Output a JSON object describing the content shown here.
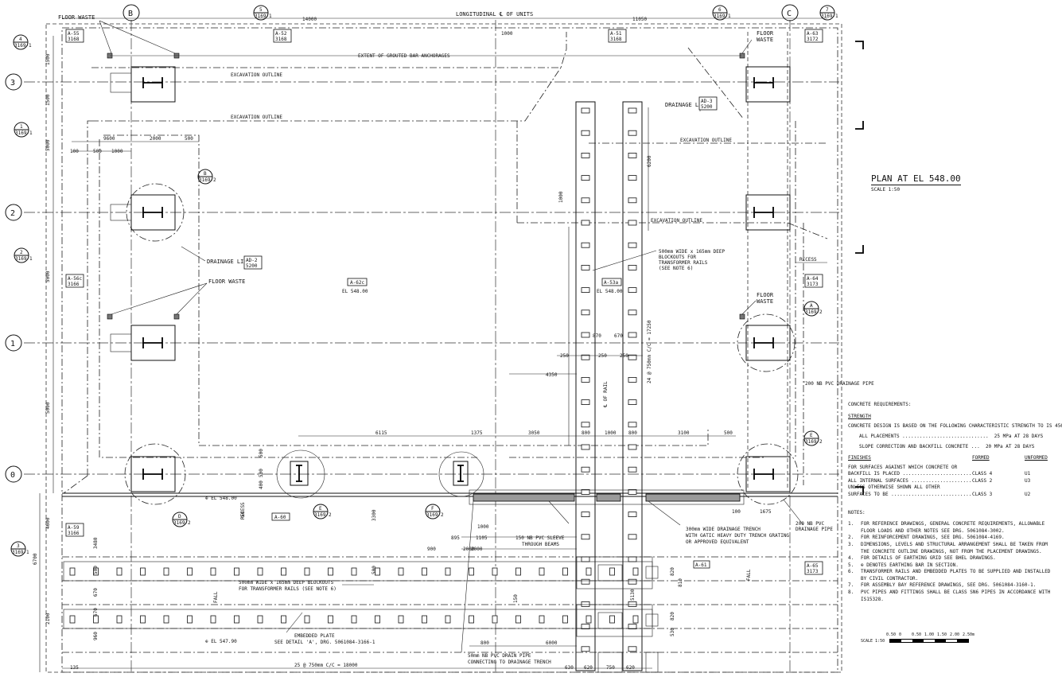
{
  "drawing": {
    "title": "PLAN AT EL 548.00",
    "scale": "SCALE 1:50",
    "top_label": "LONGITUDINAL ℄ OF UNITS",
    "top_dims": [
      "14000",
      "11050"
    ],
    "grid_cols": [
      "B",
      "C"
    ],
    "grid_rows": [
      "3",
      "2",
      "1",
      "0"
    ],
    "sec_markers": [
      {
        "num": "4",
        "ref": "3169-1"
      },
      {
        "num": "5",
        "ref": "3169-1"
      },
      {
        "num": "6",
        "ref": "3169-1"
      },
      {
        "num": "7",
        "ref": "3169-1"
      },
      {
        "num": "1",
        "ref": "3169-1"
      },
      {
        "num": "2",
        "ref": "3169-1"
      },
      {
        "num": "3",
        "ref": "3169-1"
      }
    ],
    "detail_markers": [
      {
        "letter": "B",
        "ref": "3169-2"
      },
      {
        "letter": "A",
        "ref": "3169-2"
      },
      {
        "letter": "D",
        "ref": "3169-2"
      },
      {
        "letter": "E",
        "ref": "3169-2"
      },
      {
        "letter": "F",
        "ref": "3169-2"
      },
      {
        "letter": "E",
        "ref": "3169-2"
      }
    ],
    "ref_boxes": [
      {
        "code": "A-55",
        "sheet": "3168"
      },
      {
        "code": "A-52",
        "sheet": "3168"
      },
      {
        "code": "A-51",
        "sheet": "3168"
      },
      {
        "code": "A-63",
        "sheet": "3172"
      },
      {
        "code": "A-56c",
        "sheet": "3166"
      },
      {
        "code": "A-64",
        "sheet": "3173"
      },
      {
        "code": "A-59",
        "sheet": "3166"
      },
      {
        "code": "A-65",
        "sheet": "3173"
      }
    ],
    "area_labels": [
      "A-62c",
      "EL 548.00",
      "A-53a",
      "EL 548.00",
      "A-60",
      "A-61"
    ],
    "ad_boxes": [
      {
        "code": "AD-3",
        "sheet": "5200"
      },
      {
        "code": "AD-2",
        "sheet": "5200"
      }
    ],
    "callouts": {
      "floor_waste": "FLOOR WASTE",
      "floor": "FLOOR",
      "waste": "WASTE",
      "grouted": "EXTENT OF GROUTED BAR ANCHORAGES",
      "excavation": "EXCAVATION OUTLINE",
      "drainage_line": "DRAINAGE LINE",
      "blockouts_1": "500mm WIDE x 165mm DEEP",
      "blockouts_2": "BLOCKOUTS FOR",
      "blockouts_3": "TRANSFORMER RAILS",
      "blockouts_4": "(SEE NOTE 6)",
      "recess": "RECESS",
      "pvc_200_1": "200 NB PVC DRAINAGE PIPE",
      "pvc_200_2": "200 NB PVC",
      "pvc_200_3": "DRAINAGE PIPE",
      "sleeve_1": "150 NB PVC SLEEVE",
      "sleeve_2": "THROUGH BEAMS",
      "trench_1": "300mm WIDE DRAINAGE TRENCH",
      "trench_2": "WITH GATIC HEAVY DUTY TRENCH GRATING",
      "trench_3": "OR APPROVED EQUIVALENT",
      "rails_1": "500mm WIDE x 165mm DEEP BLOCKOUTS",
      "rails_2": "FOR TRANSFORMER RAILS (SEE NOTE 6)",
      "embedded_1": "EMBEDDED PLATE",
      "embedded_2": "SEE DETAIL 'A', DRG. 5061084-3166-1",
      "drain_50_1": "50mm NB PVC DRAIN PIPE",
      "drain_50_2": "CONNECTING TO DRAINAGE TRENCH",
      "el_548": "⊕ EL 548.00",
      "el_547": "⊕ EL 547.90",
      "fall": "FALL",
      "rail_cl": "℄ OF RAIL",
      "spacing": "24 @ 750mm C/C = 17250",
      "bottom_spacing": "25 @ 750mm C/C = 18000"
    },
    "dims_left": [
      "1500",
      "1500",
      "5000",
      "5000",
      "5000",
      "6700",
      "4600",
      "2100"
    ],
    "dims_misc": [
      "1000",
      "100",
      "500",
      "1000",
      "2000",
      "500",
      "9600",
      "6200",
      "1000",
      "4350",
      "250",
      "250",
      "250",
      "870",
      "670",
      "6115",
      "1375",
      "3050",
      "1000",
      "3100",
      "500",
      "800",
      "800",
      "500",
      "500",
      "3480",
      "3300",
      "50",
      "400",
      "900",
      "895",
      "1105",
      "1000",
      "2000",
      "800",
      "6000",
      "630",
      "620",
      "750",
      "620",
      "135",
      "960",
      "670",
      "670",
      "500",
      "500",
      "2000",
      "150",
      "820",
      "810",
      "820",
      "530",
      "5130",
      "1675",
      "100"
    ],
    "rail_blockout_count": 25
  },
  "notes_panel": {
    "concrete_heading": "CONCRETE REQUIREMENTS:",
    "strength_heading": "STRENGTH",
    "strength_text": "CONCRETE DESIGN IS BASED ON THE FOLLOWING CHARACTERISTIC STRENGTH TO IS 456",
    "all_placements": "ALL PLACEMENTS ..............................  25 MPa AT 28 DAYS",
    "slope_correction": "SLOPE CORRECTION AND BACKFILL CONCRETE ...  20 MPa AT 28 DAYS",
    "finishes_heading": "FINISHES",
    "formed_heading": "FORMED",
    "unformed_heading": "UNFORMED",
    "finish_rows": [
      {
        "desc": "FOR SURFACES AGAINST WHICH CONCRETE OR",
        "formed": "",
        "unformed": ""
      },
      {
        "desc": "BACKFILL IS PLACED ............................",
        "formed": "CLASS 4",
        "unformed": "U1"
      },
      {
        "desc": "ALL INTERNAL SURFACES .........................",
        "formed": "CLASS 2",
        "unformed": "U3"
      },
      {
        "desc": "UNLESS OTHERWISE SHOWN ALL OTHER",
        "formed": "",
        "unformed": ""
      },
      {
        "desc": "SURFACES TO BE ...............................",
        "formed": "CLASS 3",
        "unformed": "U2"
      }
    ],
    "notes_heading": "NOTES:",
    "notes": [
      {
        "n": "1.",
        "lines": [
          "FOR REFERENCE DRAWINGS, GENERAL CONCRETE REQUIREMENTS, ALLOWABLE",
          "FLOOR LOADS AND OTHER NOTES SEE DRG. 5061084-3002."
        ]
      },
      {
        "n": "2.",
        "lines": [
          "FOR REINFORCEMENT DRAWINGS, SEE DRG. 5061084-4169."
        ]
      },
      {
        "n": "3.",
        "lines": [
          "DIMENSIONS, LEVELS AND STRUCTURAL ARRANGEMENT SHALL BE TAKEN FROM",
          "THE CONCRETE OUTLINE DRAWINGS, NOT FROM THE PLACEMENT DRAWINGS."
        ]
      },
      {
        "n": "4.",
        "lines": [
          "FOR DETAILS OF EARTHING GRID SEE BHEL DRAWINGS."
        ]
      },
      {
        "n": "5.",
        "lines": [
          "⊕ DENOTES EARTHING BAR IN SECTION."
        ]
      },
      {
        "n": "6.",
        "lines": [
          "TRANSFORMER RAILS AND EMBEDDED PLATES TO BE SUPPLIED AND INSTALLED",
          "BY CIVIL CONTRACTOR."
        ]
      },
      {
        "n": "7.",
        "lines": [
          "FOR ASSEMBLY BAY REFERENCE DRAWINGS, SEE DRG. 5061084-3160-1."
        ]
      },
      {
        "n": "8.",
        "lines": [
          "PVC PIPES AND FITTINGS SHALL BE CLASS SN6 PIPES IN ACCORDANCE WITH",
          "IS15328."
        ]
      }
    ],
    "scale_bar_label": "SCALE 1:50",
    "scale_bar_ticks": [
      "0.50",
      "0",
      "0.50",
      "1.00",
      "1.50",
      "2.00",
      "2.50m"
    ]
  }
}
